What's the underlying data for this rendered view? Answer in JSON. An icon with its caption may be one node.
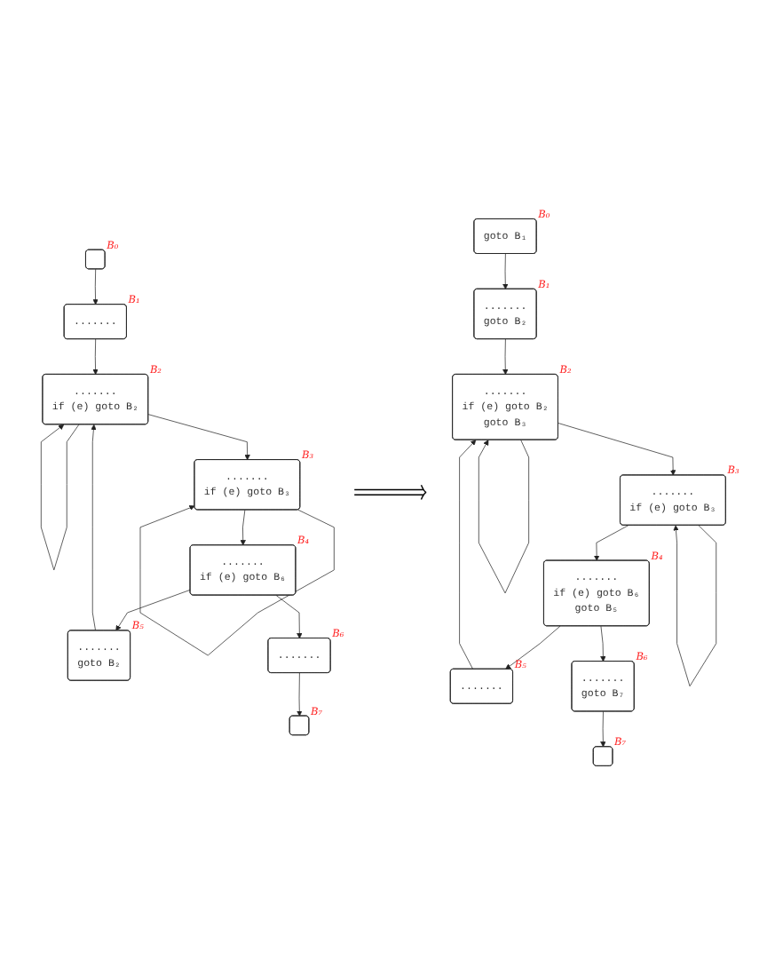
{
  "diagram": {
    "nodes": [
      {
        "text": [],
        "shape": "bar",
        "beside": [
          "B₀"
        ]
      },
      {
        "text": [
          "......."
        ],
        "beside": [
          "B₁"
        ]
      },
      {
        "text": [
          ".......",
          "if (e) goto B₂"
        ],
        "beside": [
          "B₂"
        ]
      },
      {
        "text": [
          ".......",
          "if (e) goto B₃"
        ],
        "beside": [
          "B₃"
        ]
      },
      {
        "text": [
          ".......",
          "if (e) goto B₆"
        ],
        "beside": [
          "B₄"
        ]
      },
      {
        "text": [
          ".......",
          "goto B₂"
        ],
        "beside": [
          "B₅"
        ]
      },
      {
        "text": [
          "......."
        ],
        "beside": [
          "B₆"
        ]
      },
      {
        "text": [],
        "shape": "bar",
        "beside": [
          "B₇"
        ]
      },
      {
        "text": [
          "goto B₁"
        ],
        "beside": [
          "B₀"
        ]
      },
      {
        "text": [
          "......."
        ],
        "beside": [
          "B₅"
        ]
      },
      {
        "text": [
          ".......",
          "if (e) goto B₂",
          "goto B₃"
        ],
        "beside": [
          "B₂"
        ]
      },
      {
        "text": [
          ".......",
          "goto B₂"
        ],
        "beside": [
          "B₁"
        ]
      },
      {
        "text": [
          ".......",
          "goto B₇"
        ],
        "beside": [
          "B₆"
        ]
      },
      {
        "text": [
          ".......",
          "if (e) goto B₃"
        ],
        "beside": [
          "B₃"
        ]
      },
      {
        "text": [
          ".......",
          "if (e) goto B₆",
          "goto B₅"
        ],
        "beside": [
          "B₄"
        ]
      },
      {
        "text": [],
        "shape": "bar",
        "beside": [
          "B₇"
        ]
      }
    ],
    "edges": [
      {
        "from": 0,
        "to": 1,
        "arrow": "to"
      },
      {
        "from": 1,
        "to": 2,
        "arrow": "to"
      },
      {
        "from": 2,
        "to": 2,
        "arrow": "to"
      },
      {
        "from": 5,
        "to": 2,
        "arrow": "to"
      },
      {
        "from": 2,
        "to": 3,
        "arrow": "to"
      },
      {
        "from": 3,
        "to": 3,
        "arrow": "to"
      },
      {
        "from": 3,
        "to": 4,
        "arrow": "to"
      },
      {
        "from": 4,
        "to": 5,
        "arrow": "to"
      },
      {
        "from": 4,
        "to": 6,
        "arrow": "to"
      },
      {
        "from": 6,
        "to": 7,
        "arrow": "to"
      },
      {
        "from": 8,
        "to": 11,
        "arrow": "to"
      },
      {
        "from": 14,
        "to": 9,
        "arrow": "to"
      },
      {
        "from": 9,
        "to": 10,
        "arrow": "to"
      },
      {
        "from": 11,
        "to": 10,
        "arrow": "to"
      },
      {
        "from": 10,
        "to": 10,
        "arrow": "to"
      },
      {
        "from": 10,
        "to": 13,
        "arrow": "to"
      },
      {
        "from": 14,
        "to": 12,
        "arrow": "to"
      },
      {
        "from": 12,
        "to": 15,
        "arrow": "to"
      },
      {
        "from": 13,
        "to": 13,
        "arrow": "to"
      },
      {
        "from": 13,
        "to": 14,
        "arrow": "to"
      }
    ]
  }
}
